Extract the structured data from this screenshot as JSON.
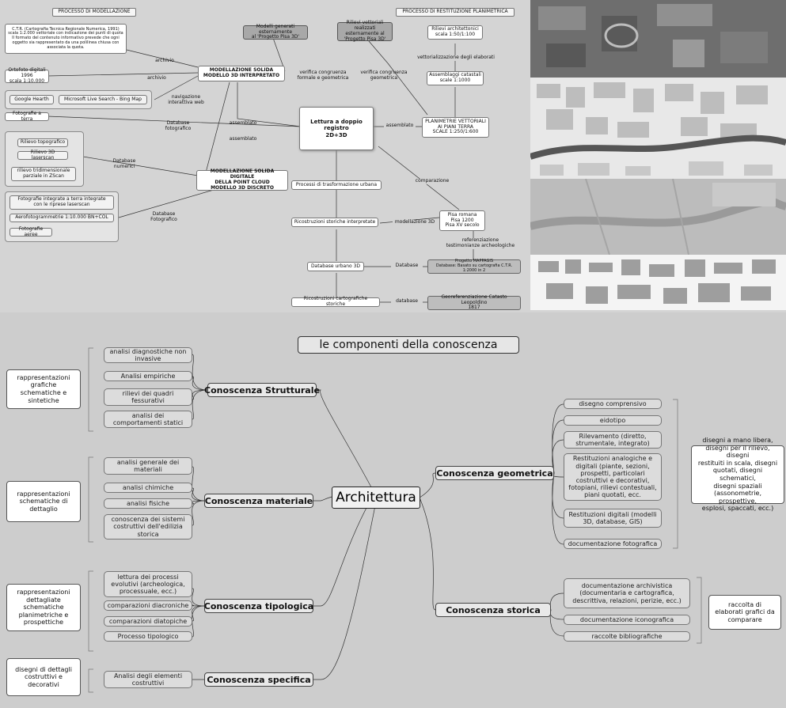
{
  "top": {
    "header_left": "PROCESSO DI MODELLAZIONE",
    "header_right": "PROCESSO DI RESTITUZIONE PLANIMETRICA",
    "ctr_box": "C.T.R. (Cartografia Tecnica Regionale Numerica, 1991)\nscala 1:2.000 vettoriale con indicazione dei punti di quota\nIl formato del contenuto informativo prevede che ogni oggetto sia rappresentato da una polilinea chiusa con associata la quota.",
    "ortofoto_box": "Ortofoto digitali 1996\nscala 1:10.000",
    "google_box": "Google Hearth",
    "microsoft_box": "Microsoft Live Search - Bing Map",
    "fotografie_terra_box": "Fotografie a terra",
    "rilievo_topo_box": "Rilievo topografico",
    "rilievo_3d_box": "Rilievo 3D laserscan",
    "rilievo_tri_box": "rilievo tridimensionale\nparziale in ZScan",
    "foto_integrate_box": "Fotografie integrate a terra integrate\ncon le riprese laserscan",
    "aerofoto_box": "Aerofotogrammetrie 1:10.000 BN+COL",
    "foto_aeree_box": "Fotografie aeree",
    "modelli_box": "Modelli generati esternamente\nal 'Progetto Pisa 3D'",
    "rilievi_vett_box": "Rilievi vettoriali realizzati\nesternamente al\n'Progetto Pisa 3D'",
    "rilievi_arch_box": "Rilievi architettonici\nscala 1:50/1:100",
    "assemblaggi_box": "Assemblaggi catastali\nscale 1:1000",
    "planimetrie_box": "PLANIMETRIE VETTORIALI\nAI PIANI TERRA\nSCALE 1:250/1:600",
    "modellazione_solida_box": "MODELLAZIONE SOLIDA\nMODELLO 3D INTERPRETATO",
    "modellazione_digitale_box": "MODELLAZIONE SOLIDA DIGITALE\nDELLA POINT CLOUD\nMODELLO 3D DISCRETO",
    "lettura_box": "Lettura a doppio registro\n2D+3D",
    "processi_box": "Processi di trasformazione urbana",
    "ricostruzioni_box": "Ricostruzioni storiche interpretate",
    "pisa_box": "Pisa romana\nPisa 1200\nPisa XV secolo",
    "progetto_box": "Progetto MAPPAGIS\nDatabase: Basato su cartografia C.T.R. 1:2000 in 2",
    "database_urbano_box": "Database urbano 3D",
    "geo_box": "Georeferenziazione Catasto Leopoldino\n1817",
    "ricostruzioni_cart_box": "Ricostruzioni cartografiche storiche",
    "labels": {
      "archivio1": "archivio",
      "archivio2": "archivio",
      "navigazione": "navigazione\ninterattiva web",
      "database_fotografico1": "Database\nfotografico",
      "assemblato1": "assemblato",
      "assemblato2": "assemblato",
      "database_numerici": "Database\nnumerici",
      "database_fotografico2": "Database\nFotografico",
      "verifica1": "verifica congruenza\nformale e geometrica",
      "verifica2": "verifica congruenza\ngeometrica",
      "vettorializzazione": "vettorializzazione degli elaborati",
      "assemblato3": "assemblato",
      "comparazione": "comparazione",
      "modellazione_3d": "modellazione 3D",
      "referenziazione": "referenziazione\ntestimonianze archeologiche",
      "database1": "Database",
      "database2": "database"
    }
  },
  "bottom": {
    "title": "le componenti della conoscenza",
    "center": "Architettura",
    "categories": {
      "strutturale": "Conoscenza Strutturale",
      "materiale": "Conoscenza materiale",
      "tipologica": "Conoscenza tipologica",
      "specifica": "Conoscenza specifica",
      "geometrica": "Conoscenza geometrica",
      "storica": "Conoscenza storica"
    },
    "strutturale_items": [
      "analisi diagnostiche non\ninvasive",
      "Analisi empiriche",
      "rilievi dei quadri\nfessurativi",
      "analisi dei\ncomportamenti statici"
    ],
    "materiale_items": [
      "analisi generale dei\nmateriali",
      "analisi chimiche",
      "analisi fisiche",
      "conoscenza dei sistemi\ncostruttivi dell'edilizia\nstorica"
    ],
    "tipologica_items": [
      "lettura dei processi\nevolutivi (archeologica,\nprocessuale, ecc.)",
      "comparazioni diacroniche",
      "comparazioni diatopiche",
      "Processo tipologico"
    ],
    "specifica_items": [
      "Analisi degli elementi\ncostruttivi"
    ],
    "geometrica_items": [
      "disegno comprensivo",
      "eidotipo",
      "Rilevamento (diretto,\nstrumentale, integrato)",
      "Restituzioni analogiche e\ndigitali (piante, sezioni,\nprospetti, particolari\ncostruttivi e decorativi,\nfotopiani, rilievi contestuali,\npiani quotati, ecc.",
      "Restituzioni digitali (modelli\n3D, database, GIS)",
      "documentazione fotografica"
    ],
    "storica_items": [
      "documentazione archivistica\n(documentaria e cartografica,\ndescrittiva, relazioni, perizie, ecc.)",
      "documentazione iconografica",
      "raccolte bibliografiche"
    ],
    "side_notes": {
      "strutturale": "rappresentazioni\ngrafiche\nschematiche e\nsintetiche",
      "materiale": "rappresentazioni\nschematiche di\ndettaglio",
      "tipologica": "rappresentazioni\ndettagliate\nschematiche\nplanimetriche e\nprospettiche",
      "specifica": "disegni di dettagli\ncostruttivi e\ndecorativi",
      "geometrica": "disegni a mano libera,\ndisegni per il rilievo, disegni\nrestituiti in scala, disegni\nquotati, disegni schematici,\ndisegni spaziali\n(assonometrie, prospettive,\nesplosi, spaccati, ecc.)",
      "storica": "raccolta di\nelaborati grafici da\ncomparare"
    }
  },
  "colors": {
    "background": "#cfcfcf",
    "box": "#dcdcdc",
    "dark_box": "#a8a8a8"
  }
}
